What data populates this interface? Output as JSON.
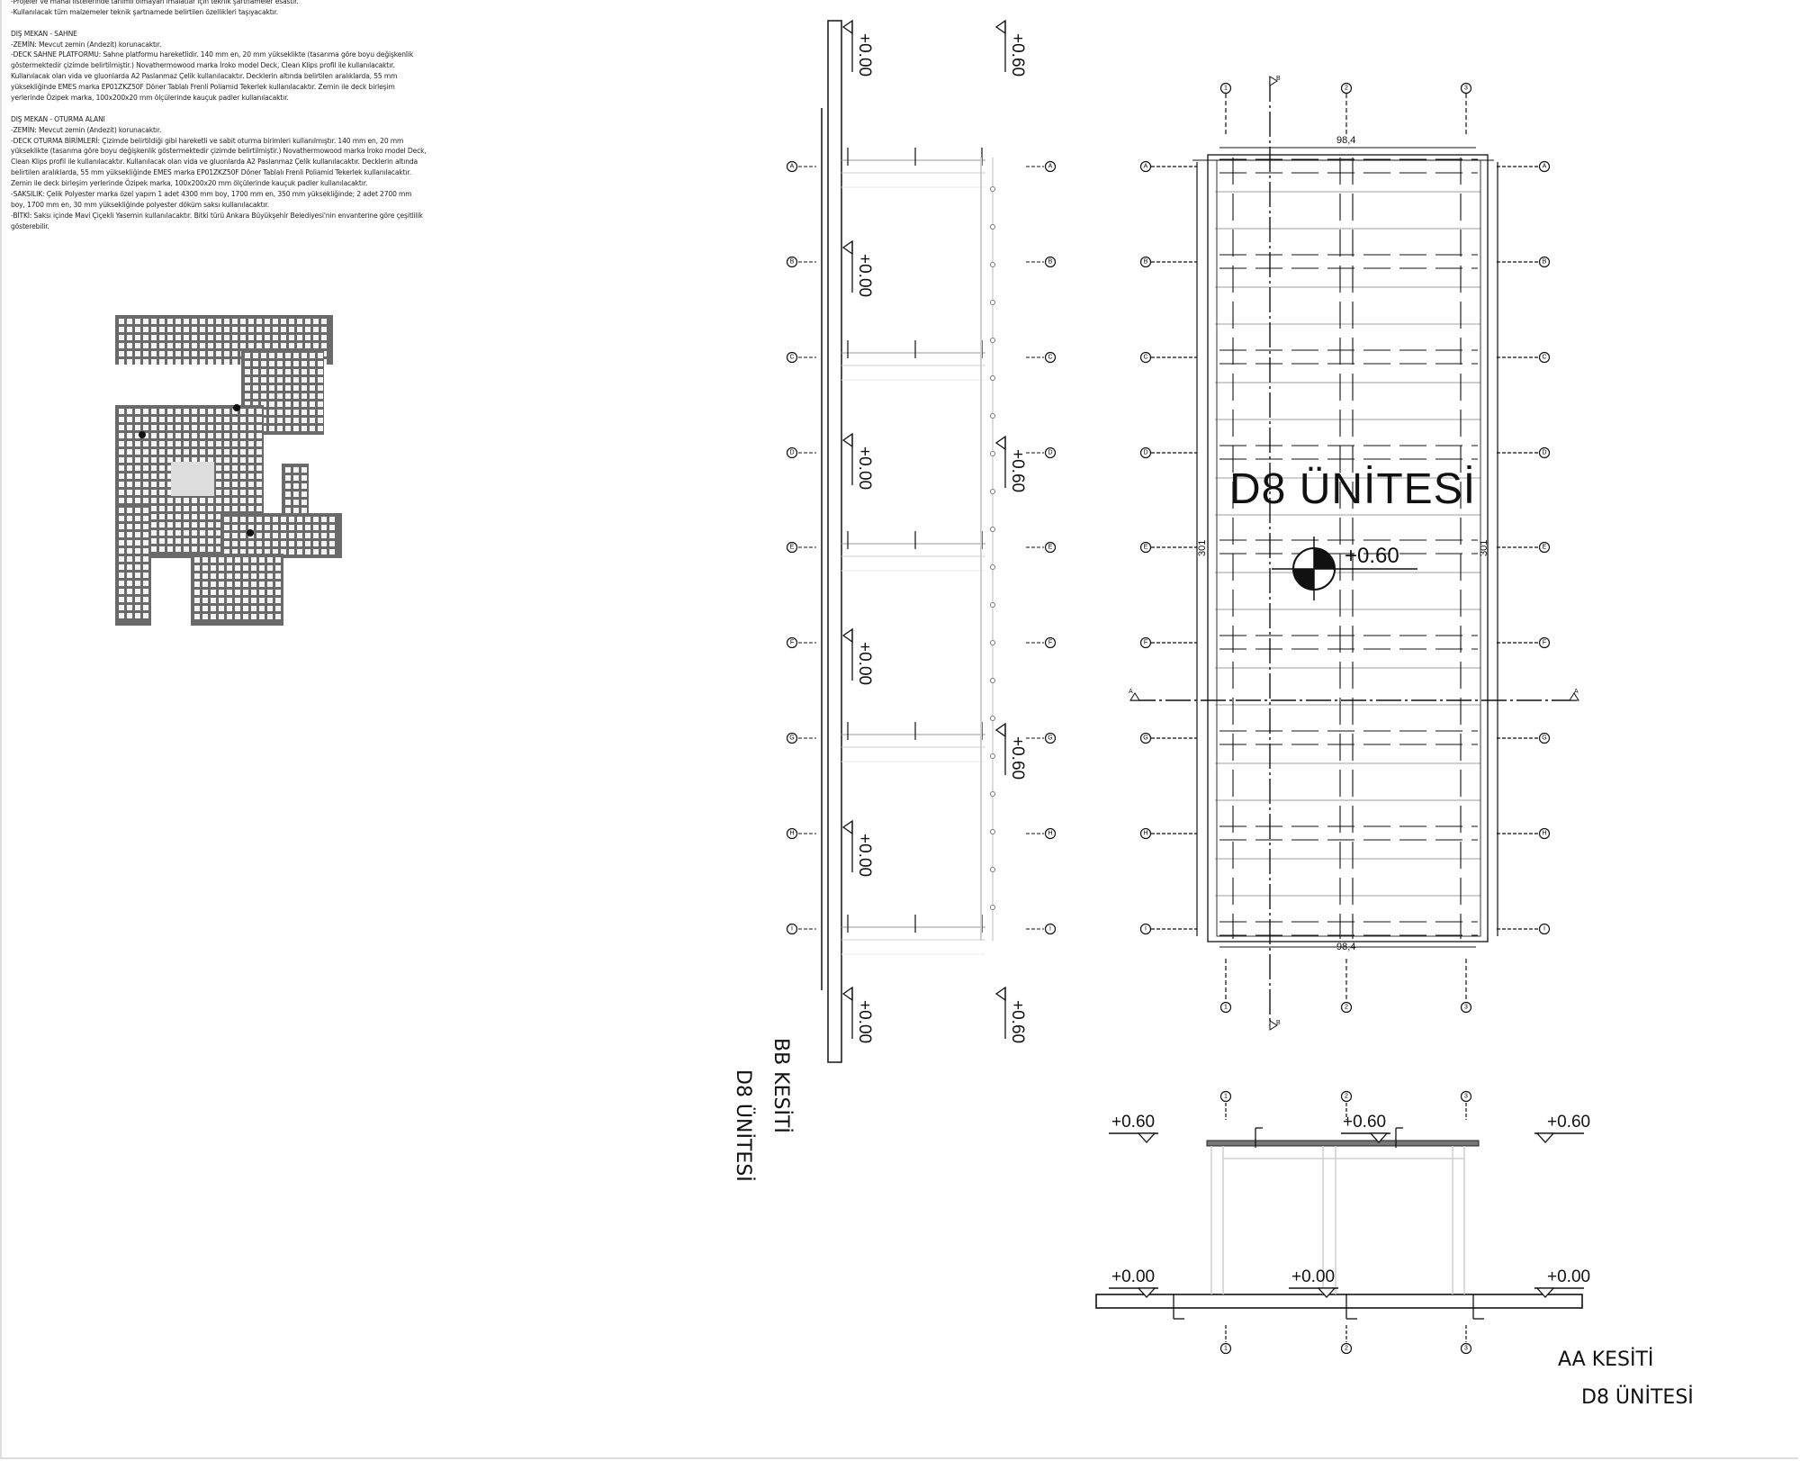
{
  "notes": {
    "lines": [
      "-Projeler ve mahal listelerinde tanımlı olmayan imalatlar için teknik şartnameler esastır.",
      "-Kullanılacak tüm malzemeler teknik şartnamede belirtilen özellikleri taşıyacaktır.",
      "",
      "DIŞ MEKAN - SAHNE",
      "-ZEMİN: Mevcut zemin (Andezit) korunacaktır.",
      "-DECK SAHNE PLATFORMU: Sahne platformu hareketlidir. 140 mm en, 20 mm yükseklikte (tasarıma göre boyu değişkenlik",
      "göstermektedir çizimde belirtilmiştir.) Novathermowood marka İroko model Deck, Clean Klips profil ile kullanılacaktır.",
      "Kullanılacak olan vida ve gluonlarda A2 Paslanmaz Çelik kullanılacaktır. Decklerin altında belirtilen aralıklarda, 55 mm",
      "yüksekliğinde EMES marka EP01ZKZ50F Döner Tablalı Frenli Poliamid Tekerlek kullanılacaktır. Zemin ile deck birleşim",
      "yerlerinde Özipek marka, 100x200x20 mm ölçülerinde kauçuk padler kullanılacaktır.",
      "",
      "DIŞ MEKAN - OTURMA ALANI",
      "-ZEMİN: Mevcut zemin (Andezit) korunacaktır.",
      "-DECK OTURMA BİRİMLERİ: Çizimde belirtildiği gibi hareketli ve sabit oturma birimleri kullanılmıştır. 140 mm en, 20 mm",
      "yükseklikte (tasarıma göre boyu değişkenlik göstermektedir çizimde belirtilmiştir.) Novathermowood marka İroko model Deck,",
      "Clean Klips profil ile kullanılacaktır. Kullanılacak olan vida ve gluonlarda A2 Paslanmaz Çelik kullanılacaktır.  Decklerin altında",
      "belirtilen aralıklarda, 55 mm yüksekliğinde EMES marka EP01ZKZ50F Döner Tablalı Frenli Poliamid Tekerlek kullanılacaktır.",
      "Zemin ile deck birleşim yerlerinde Özipek marka, 100x200x20 mm ölçülerinde kauçuk padler kullanılacaktır.",
      "-SAKSILIK:  Çelik Polyester marka özel yapım 1 adet 4300 mm boy, 1700 mm en, 350  mm yüksekliğinde; 2 adet 2700 mm",
      "boy, 1700 mm en, 30 mm yüksekliğinde polyester döküm saksı kullanılacaktır.",
      "-BİTKİ: Saksı içinde Mavi Çiçekli Yasemin kullanılacaktır. Bitki türü Ankara Büyükşehir Belediyesi'nin envanterine göre çeşitlilik",
      "gösterebilir."
    ]
  },
  "grid": {
    "rows": [
      "A",
      "B",
      "C",
      "D",
      "E",
      "F",
      "G",
      "H",
      "I"
    ],
    "columns": [
      "1",
      "2",
      "3"
    ]
  },
  "bb_section": {
    "title": "BB KESİTİ",
    "subtitle": "D8 ÜNİTESİ",
    "level_low": "+0.00",
    "level_high": "+0.60"
  },
  "plan": {
    "unit_label": "D8 ÜNİTESİ",
    "level": "+0.60",
    "width_dim": "98,4",
    "length_dim": "301",
    "section_a": "A",
    "section_b": "B"
  },
  "aa_section": {
    "title": "AA KESİTİ",
    "subtitle": "D8 ÜNİTESİ",
    "level_low": "+0.00",
    "level_high": "+0.60"
  },
  "colors": {
    "line": "#111111",
    "light": "#cfcfcf",
    "site_fill": "#6a6a6a"
  }
}
